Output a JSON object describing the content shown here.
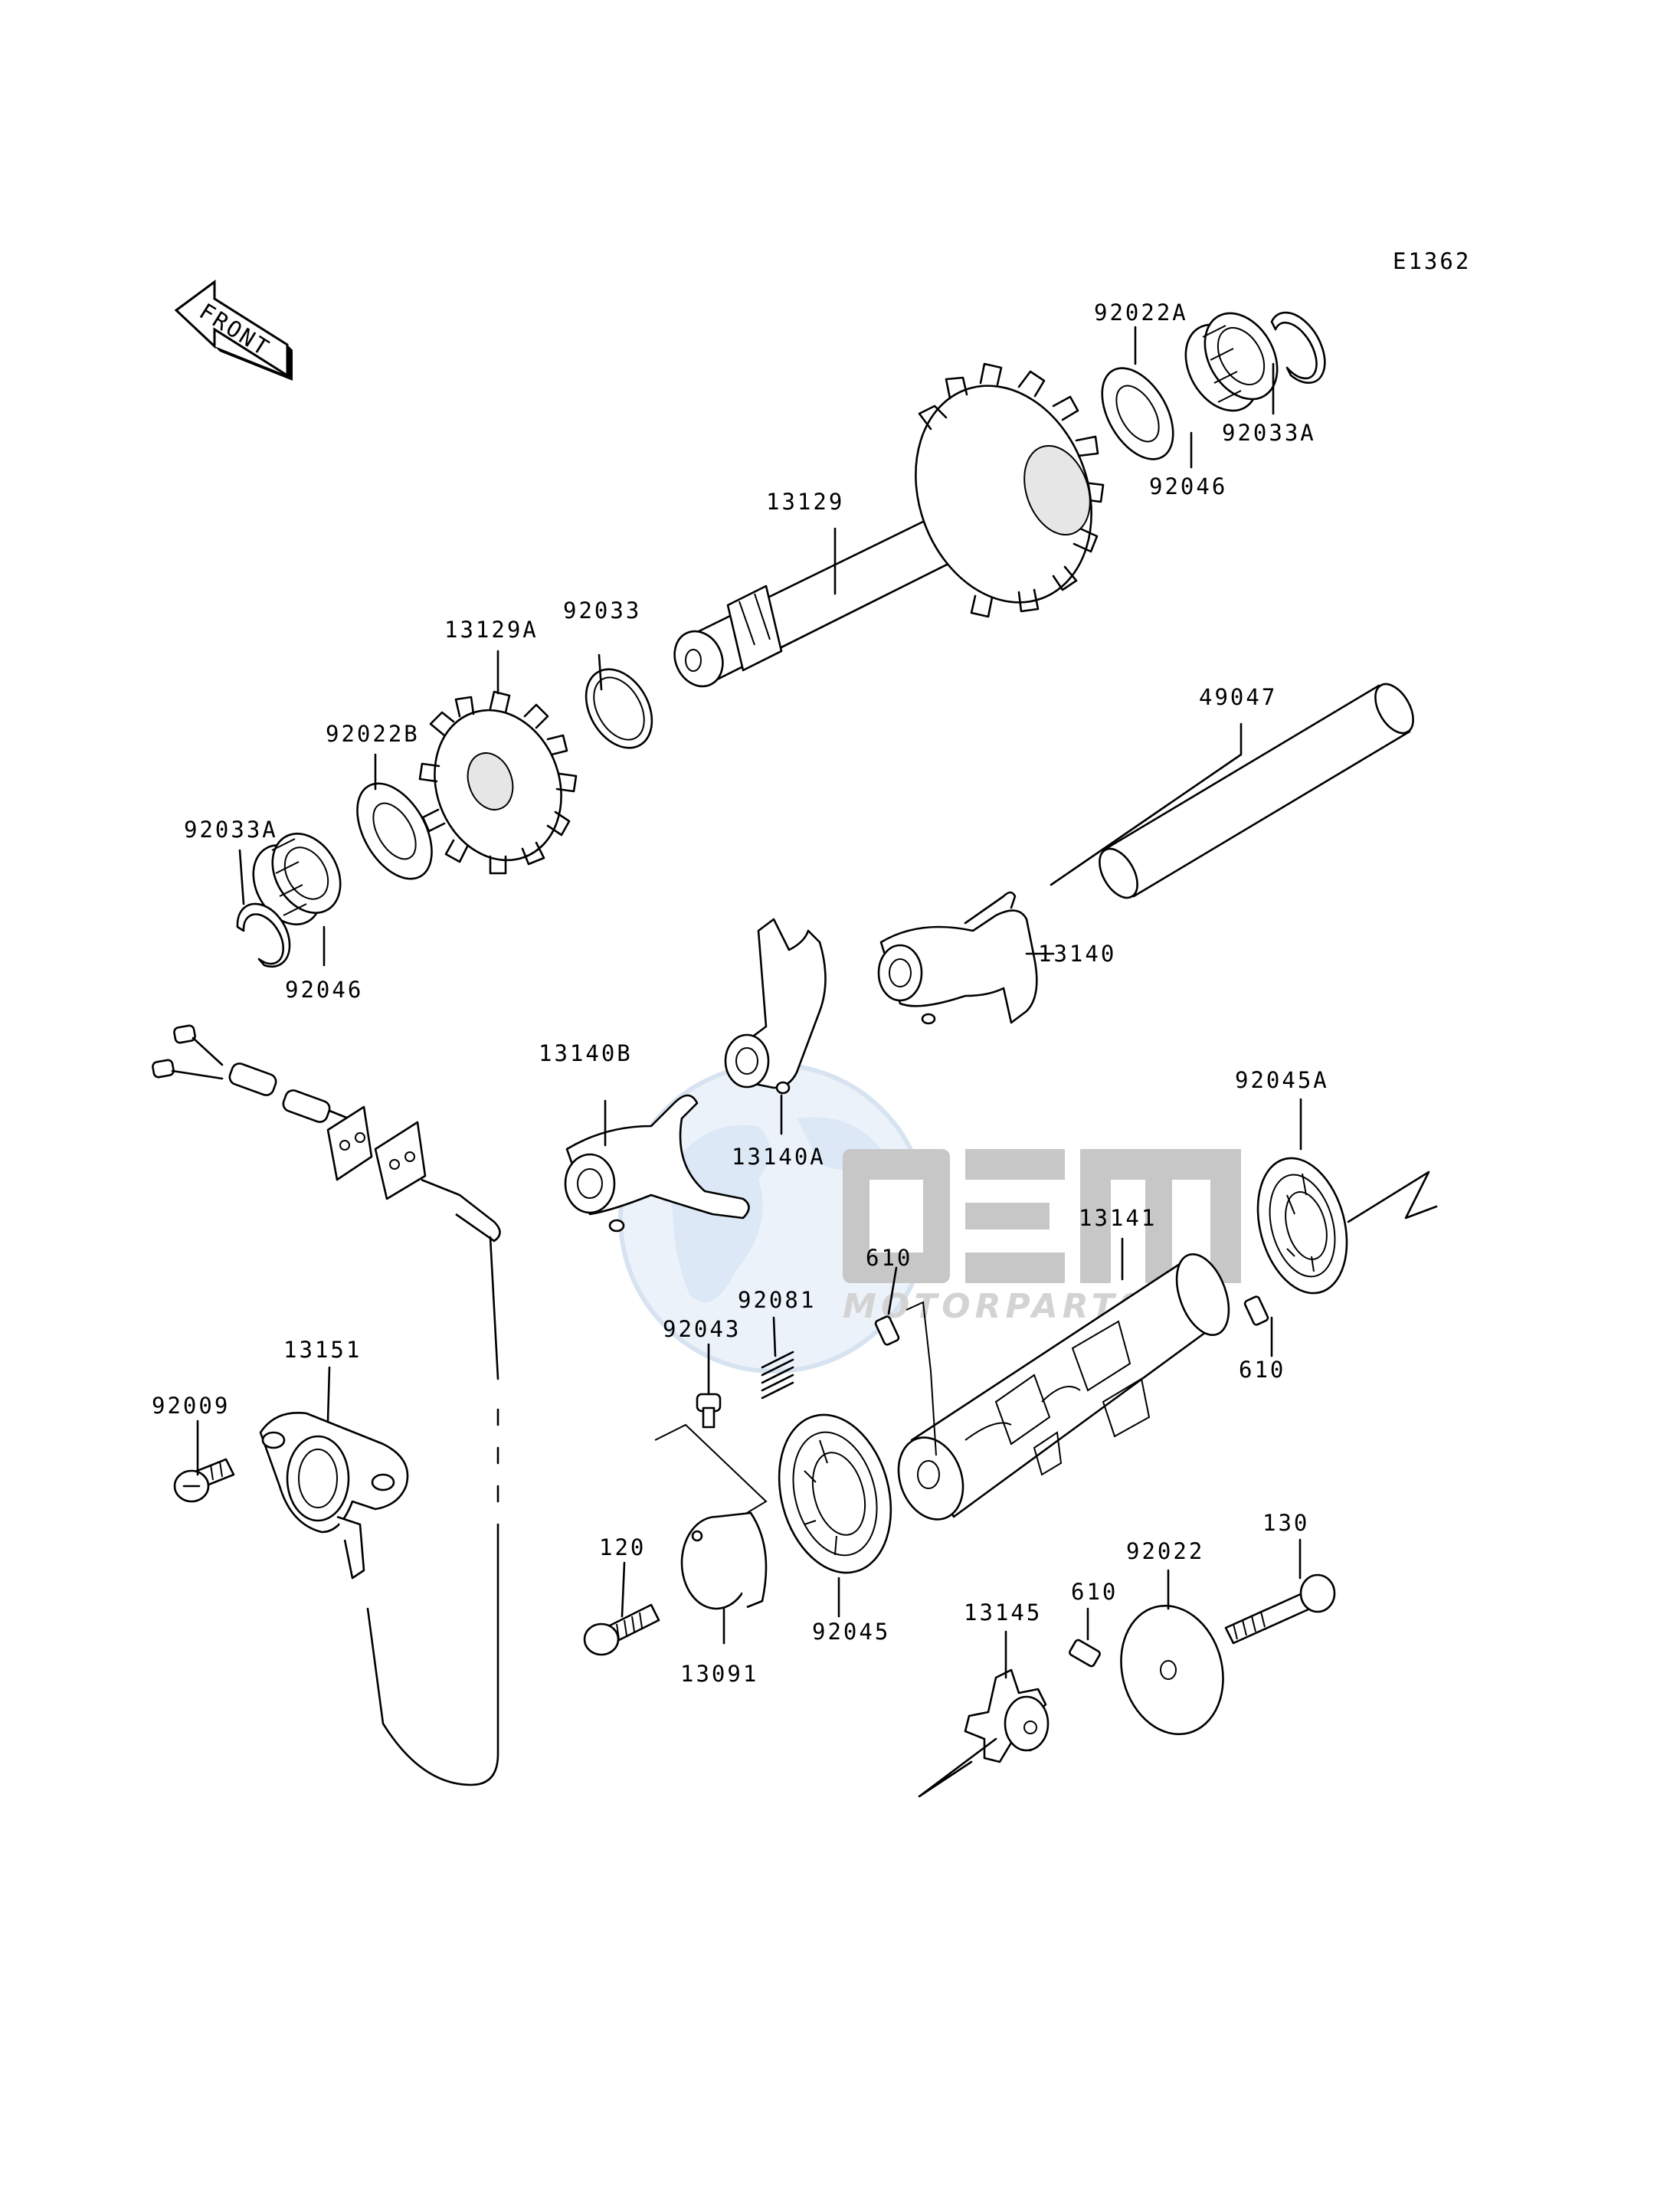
{
  "diagram": {
    "code": "E1362",
    "front_label": "FRONT",
    "watermark": {
      "brand": "OEM",
      "sub": "MOTORPARTS"
    },
    "callouts": {
      "p92022A": "92022A",
      "p92033A_top": "92033A",
      "p92046_top": "92046",
      "p13129": "13129",
      "p92033": "92033",
      "p13129A": "13129A",
      "p92022B": "92022B",
      "p92033A_left": "92033A",
      "p92046_left": "92046",
      "p49047": "49047",
      "p13140": "13140",
      "p13140B": "13140B",
      "p13140A": "13140A",
      "p92045A": "92045A",
      "p13141": "13141",
      "p610_a": "610",
      "p610_b": "610",
      "p610_c": "610",
      "p92081": "92081",
      "p92043": "92043",
      "p13151": "13151",
      "p92009": "92009",
      "p120": "120",
      "p13091": "13091",
      "p92045": "92045",
      "p130": "130",
      "p92022": "92022",
      "p13145": "13145"
    }
  }
}
